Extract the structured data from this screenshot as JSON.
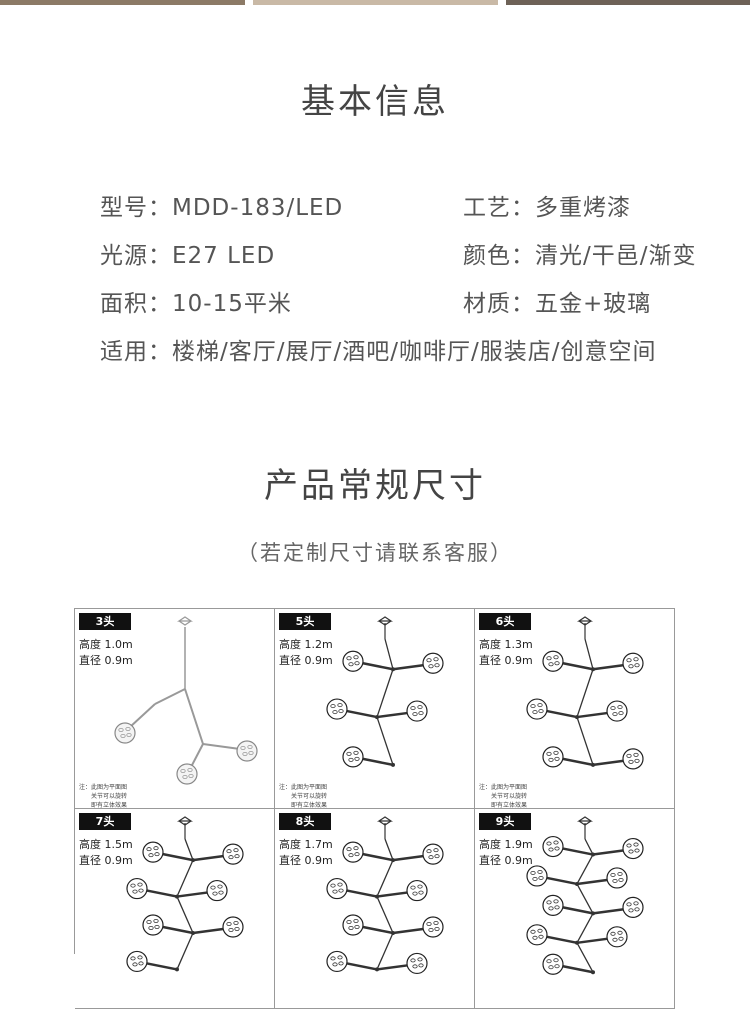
{
  "section1": {
    "title": "基本信息"
  },
  "specs": {
    "model": "型号：MDD-183/LED",
    "craft": "工艺：多重烤漆",
    "light": "光源：E27   LED",
    "color": "颜色：清光/干邑/渐变",
    "area": "面积：10-15平米",
    "material": "材质：五金+玻璃",
    "usage": "适用：楼梯/客厅/展厅/酒吧/咖啡厅/服装店/创意空间"
  },
  "section2": {
    "title": "产品常规尺寸",
    "subtitle": "（若定制尺寸请联系客服）"
  },
  "note": {
    "line1": "注：此图为平面图",
    "line2": "关节可以旋转",
    "line3": "即有立体效果"
  },
  "variants": [
    {
      "badge": "3头",
      "height": "高度 1.0m",
      "diameter": "直径 0.9m",
      "heads": 3,
      "finish": "clear",
      "show_note": true
    },
    {
      "badge": "5头",
      "height": "高度 1.2m",
      "diameter": "直径 0.9m",
      "heads": 5,
      "finish": "dark",
      "show_note": true
    },
    {
      "badge": "6头",
      "height": "高度 1.3m",
      "diameter": "直径 0.9m",
      "heads": 6,
      "finish": "dark",
      "show_note": true
    },
    {
      "badge": "7头",
      "height": "高度 1.5m",
      "diameter": "直径 0.9m",
      "heads": 7,
      "finish": "dark",
      "show_note": false
    },
    {
      "badge": "8头",
      "height": "高度 1.7m",
      "diameter": "直径 0.9m",
      "heads": 8,
      "finish": "dark",
      "show_note": false
    },
    {
      "badge": "9头",
      "height": "高度 1.9m",
      "diameter": "直径 0.9m",
      "heads": 9,
      "finish": "dark",
      "show_note": false
    }
  ],
  "colors": {
    "strip": [
      "#8c7a66",
      "#c9b9a6",
      "#6e6257",
      "#b59a84"
    ],
    "text": "#555555"
  }
}
